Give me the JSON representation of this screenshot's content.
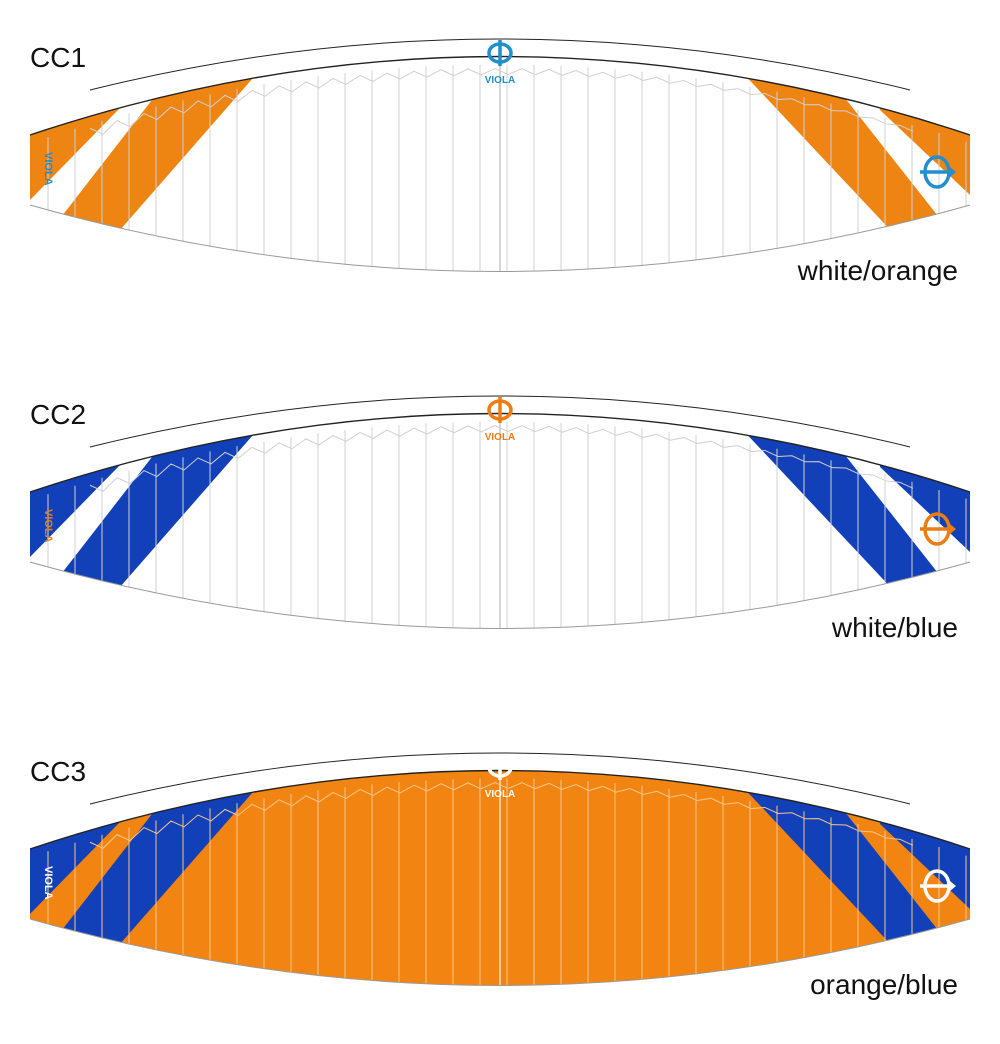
{
  "variants": [
    {
      "code": "CC1",
      "color_name": "white/orange",
      "canopy_color": "#ffffff",
      "stripe_color": "#ee8412",
      "stripe2_color": "#ee8412",
      "logo_color": "#1f8fcf",
      "logo_text": "VIOLA",
      "logo_icon": "phi-logo-icon"
    },
    {
      "code": "CC2",
      "color_name": "white/blue",
      "canopy_color": "#ffffff",
      "stripe_color": "#1240b8",
      "stripe2_color": "#1240b8",
      "logo_color": "#ee7c12",
      "logo_text": "VIOLA",
      "logo_icon": "phi-logo-icon"
    },
    {
      "code": "CC3",
      "color_name": "orange/blue",
      "canopy_color": "#f28511",
      "stripe_color": "#1240b8",
      "stripe2_color": "#1240b8",
      "logo_color": "#ffffff",
      "logo_text": "VIOLA",
      "logo_icon": "phi-logo-icon"
    }
  ]
}
